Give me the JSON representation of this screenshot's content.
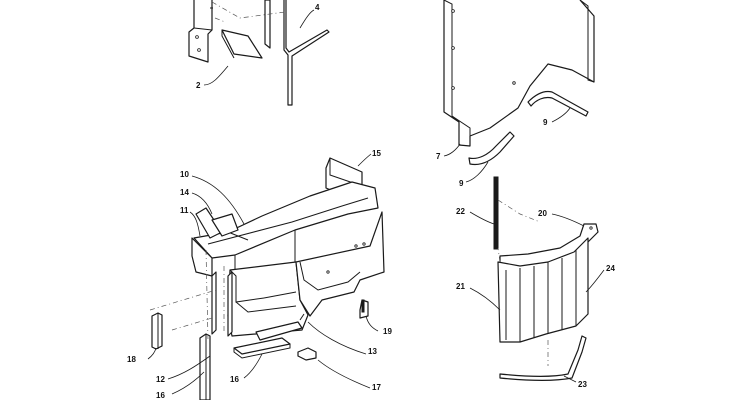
{
  "callouts": [
    {
      "id": "c2",
      "label": "2"
    },
    {
      "id": "c4",
      "label": "4"
    },
    {
      "id": "c7",
      "label": "7"
    },
    {
      "id": "c9a",
      "label": "9"
    },
    {
      "id": "c9b",
      "label": "9"
    },
    {
      "id": "c10",
      "label": "10"
    },
    {
      "id": "c11",
      "label": "11"
    },
    {
      "id": "c12",
      "label": "12"
    },
    {
      "id": "c13",
      "label": "13"
    },
    {
      "id": "c14",
      "label": "14"
    },
    {
      "id": "c15",
      "label": "15"
    },
    {
      "id": "c16",
      "label": "16"
    },
    {
      "id": "c16b",
      "label": "16"
    },
    {
      "id": "c17",
      "label": "17"
    },
    {
      "id": "c18",
      "label": "18"
    },
    {
      "id": "c19",
      "label": "19"
    },
    {
      "id": "c20",
      "label": "20"
    },
    {
      "id": "c21",
      "label": "21"
    },
    {
      "id": "c22",
      "label": "22"
    },
    {
      "id": "c23",
      "label": "23"
    },
    {
      "id": "c24",
      "label": "24"
    }
  ]
}
